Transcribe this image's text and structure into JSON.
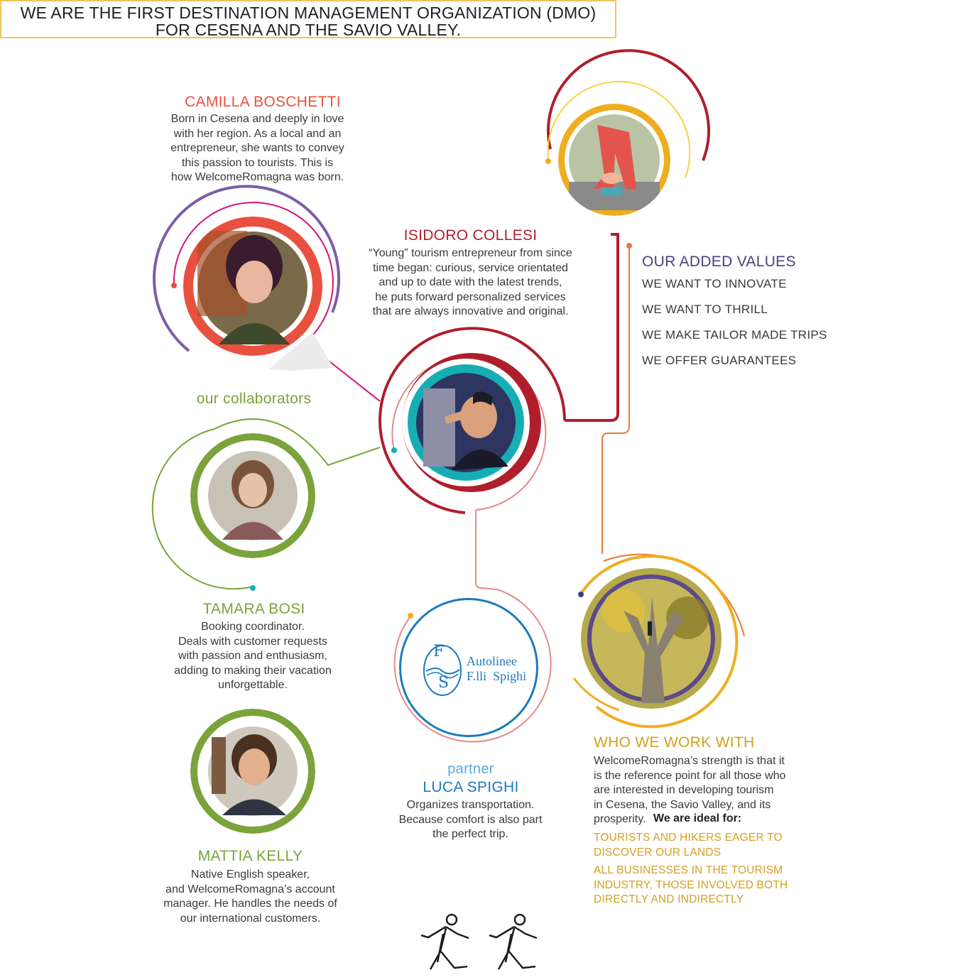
{
  "banner": {
    "line1": "WE ARE THE FIRST DESTINATION MANAGEMENT ORGANIZATION (DMO)",
    "line2": "FOR CESENA AND THE SAVIO VALLEY."
  },
  "camilla": {
    "name": "CAMILLA BOSCHETTI",
    "bio": "Born in Cesena and deeply in love\nwith her region. As a local and an\nentrepreneur, she wants to convey\nthis passion to tourists. This is\nhow WelcomeRomagna was born."
  },
  "isidoro": {
    "name": "ISIDORO COLLESI",
    "bio": "“Young” tourism entrepreneur from since\ntime began: curious, service orientated\nand up to date with the latest trends,\nhe puts forward personalized services\nthat are always innovative and original."
  },
  "added_values": {
    "title": "OUR ADDED VALUES",
    "items": [
      "WE WANT TO INNOVATE",
      "WE WANT TO THRILL",
      "WE MAKE TAILOR MADE TRIPS",
      "WE OFFER GUARANTEES"
    ]
  },
  "collaborators": {
    "title": "our collaborators"
  },
  "tamara": {
    "name": "TAMARA BOSI",
    "bio": "Booking coordinator.\nDeals with customer requests\nwith passion and enthusiasm,\nadding to making their vacation\nunforgettable."
  },
  "mattia": {
    "name": "MATTIA KELLY",
    "bio": "Native English speaker,\nand WelcomeRomagna’s account\nmanager. He handles the needs of\nour international customers."
  },
  "luca": {
    "label": "partner",
    "name": "LUCA SPIGHI",
    "bio": "Organizes transportation.\nBecause comfort is also part\nthe perfect trip.",
    "logo_line1": "Autolinee",
    "logo_line2": "F.lli  Spighi",
    "logo_f": "F",
    "logo_s": "S"
  },
  "who": {
    "title": "WHO WE WORK WITH",
    "bio": "WelcomeRomagna’s strength is that it\nis the reference point for all those who\nare interested in developing tourism\nin Cesena, the Savio Valley, and its\nprosperity.",
    "ideal": "We are ideal for:",
    "target1": "TOURISTS AND HIKERS EAGER TO\nDISCOVER OUR LANDS",
    "target2": "ALL BUSINESSES IN THE TOURISM\nINDUSTRY, THOSE INVOLVED BOTH\nDIRECTLY AND INDIRECTLY"
  },
  "colors": {
    "camilla": "#e8513f",
    "isidoro": "#b01e2c",
    "collab": "#7aa33a",
    "purple": "#5b4a8c",
    "teal": "#16aeb3",
    "gold": "#f0ad1f",
    "blue": "#1a7bbf",
    "orange": "#e47a3a"
  }
}
